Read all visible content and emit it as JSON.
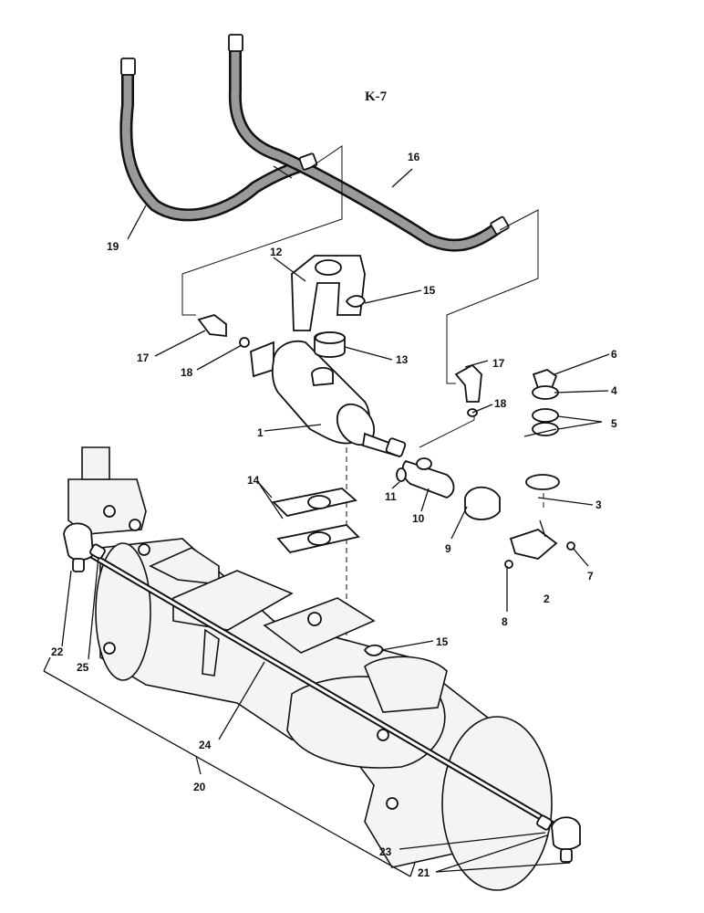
{
  "title": "K-7",
  "labels": {
    "p1": "1",
    "p2": "2",
    "p3": "3",
    "p4": "4",
    "p5": "5",
    "p6": "6",
    "p7": "7",
    "p8": "8",
    "p9": "9",
    "p10": "10",
    "p11": "11",
    "p12": "12",
    "p13": "13",
    "p14": "14",
    "p15a": "15",
    "p15b": "15",
    "p16": "16",
    "p17a": "17",
    "p17b": "17",
    "p18a": "18",
    "p18b": "18",
    "p19": "19",
    "p20": "20",
    "p21": "21",
    "p22": "22",
    "p23": "23",
    "p24": "24",
    "p25": "25"
  }
}
